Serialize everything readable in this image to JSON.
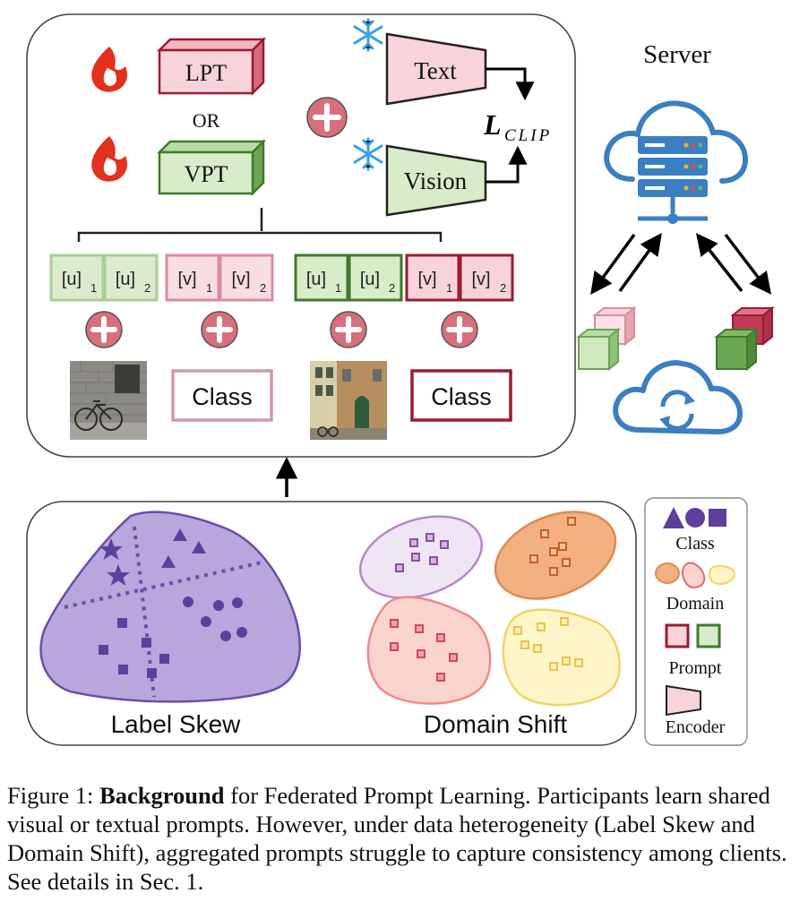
{
  "diagram": {
    "prompt_options": {
      "lpt": "LPT",
      "or": "OR",
      "vpt": "VPT"
    },
    "encoders": {
      "text": "Text",
      "vision": "Vision"
    },
    "loss": {
      "symbol": "L",
      "subscript": "CLIP"
    },
    "server": {
      "label": "Server"
    },
    "tokens": {
      "u1": "[u]",
      "u1_sub": "1",
      "u2": "[u]",
      "u2_sub": "2",
      "v1": "[v]",
      "v1_sub": "1",
      "v2": "[v]",
      "v2_sub": "2"
    },
    "class_box_text": "Class",
    "label_skew": "Label Skew",
    "domain_shift": "Domain Shift",
    "legend": {
      "class": "Class",
      "domain": "Domain",
      "prompt": "Prompt",
      "encoder": "Encoder"
    }
  },
  "caption": {
    "prefix": "Figure 1: ",
    "bold": "Background",
    "text": " for Federated Prompt Learning. Participants learn shared visual or textual prompts. However, under data heterogeneity (Label Skew and Domain Shift), aggregated prompts struggle to capture consistency among clients. See details in Sec. 1."
  },
  "colors": {
    "red_prompt": "#9b1b30",
    "red_fill": "#f8d3da",
    "green_prompt": "#3f7a2b",
    "green_fill": "#d7ecc8",
    "label_skew_fill": "#b9a6dc",
    "label_skew_stroke": "#6a4ea8",
    "cloud_blue": "#3a7fc1"
  }
}
